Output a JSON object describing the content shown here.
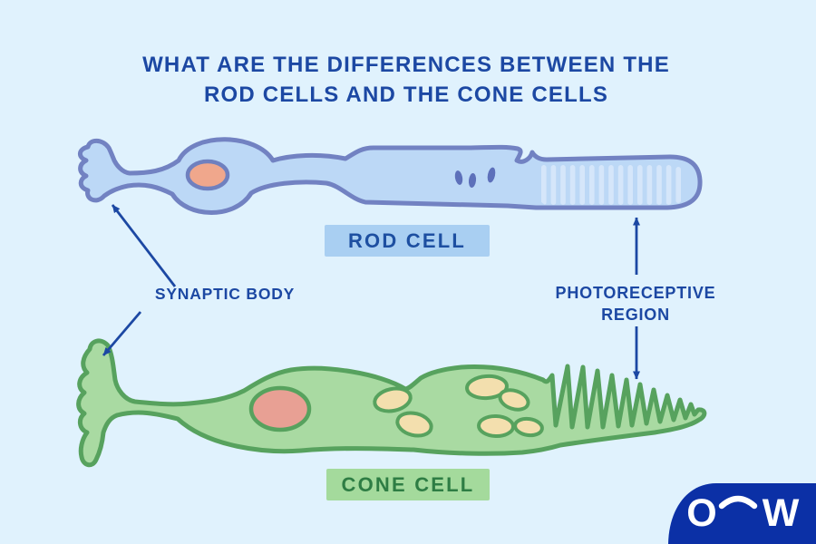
{
  "title": {
    "line1": "WHAT ARE THE DIFFERENCES BETWEEN THE",
    "line2": "ROD CELLS AND THE CONE CELLS"
  },
  "diagram": {
    "rod": {
      "label": "ROD CELL"
    },
    "cone": {
      "label": "CONE CELL"
    },
    "annotations": {
      "synaptic_body": "SYNAPTIC BODY",
      "photoreceptive_line1": "PHOTORECEPTIVE",
      "photoreceptive_line2": "REGION"
    }
  },
  "logo": {
    "letter_o": "O",
    "arc_symbol": "⌒",
    "letter_w": "W"
  },
  "icons": {
    "arrow_up_left": "arrow pointing to rod synaptic body",
    "arrow_down_left": "arrow pointing to cone synaptic body",
    "arrow_up": "arrow pointing to rod photoreceptive region",
    "arrow_down": "arrow pointing to cone photoreceptive region"
  },
  "colors": {
    "background": "#e0f2fd",
    "title_text": "#1c48a3",
    "annotation_text": "#1c48a3",
    "arrow": "#1c48a3",
    "rod_fill": "#bcd8f6",
    "rod_stroke": "#7282c2",
    "rod_stripe": "#d5e6fa",
    "rod_nucleus_fill": "#f0a78c",
    "rod_nucleus_stroke": "#6f80bf",
    "rod_mitochondria": "#5d70ba",
    "rod_label_bg": "#a9cff2",
    "rod_label_text": "#1d4fa1",
    "cone_fill": "#a9daa2",
    "cone_stroke": "#57a25e",
    "cone_nucleus_fill": "#e8a094",
    "cone_organelle_fill": "#f3dfae",
    "cone_label_bg": "#a4da9c",
    "cone_label_text": "#2e7d44",
    "logo_bg": "#0b30a6",
    "logo_text": "#ffffff"
  }
}
